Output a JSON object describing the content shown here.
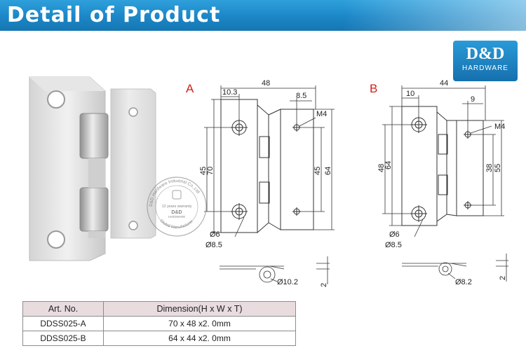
{
  "header": {
    "title": "Detail of Product"
  },
  "logo": {
    "main": "D&D",
    "sub": "HARDWARE"
  },
  "watermark": {
    "arc_text": "D&D Hardware Industrial Co.,Ltd",
    "center_text": "12 years warranty",
    "brand": "D&D",
    "brand_sub": "HARDWARE",
    "bottom_text": "Global Manufacturer"
  },
  "drawing_a": {
    "label": "A",
    "width": "48",
    "hole_offset": "10.3",
    "tab_offset": "8.5",
    "thread": "M4",
    "height": "70",
    "hole_spacing_left": "45",
    "hole_spacing_right": "45",
    "leaf_height": "64",
    "hole_small": "Ø6",
    "hole_large": "Ø8.5",
    "knuckle": "Ø10.2",
    "thickness": "2"
  },
  "drawing_b": {
    "label": "B",
    "width": "44",
    "hole_offset": "10",
    "tab_offset": "9",
    "thread": "M4",
    "height": "64",
    "hole_spacing_left": "48",
    "hole_spacing_right": "38",
    "leaf_height": "55",
    "hole_small": "Ø6",
    "hole_large": "Ø8.5",
    "knuckle": "Ø8.2",
    "thickness": "2"
  },
  "table": {
    "headers": [
      "Art. No.",
      "Dimension(H x W x T)"
    ],
    "rows": [
      [
        "DDSS025-A",
        "70 x 48 x2. 0mm"
      ],
      [
        "DDSS025-B",
        "64 x 44 x2. 0mm"
      ]
    ]
  },
  "colors": {
    "banner": "#1b86c6",
    "label": "#d4201a",
    "table_header": "#e9dcdf"
  }
}
